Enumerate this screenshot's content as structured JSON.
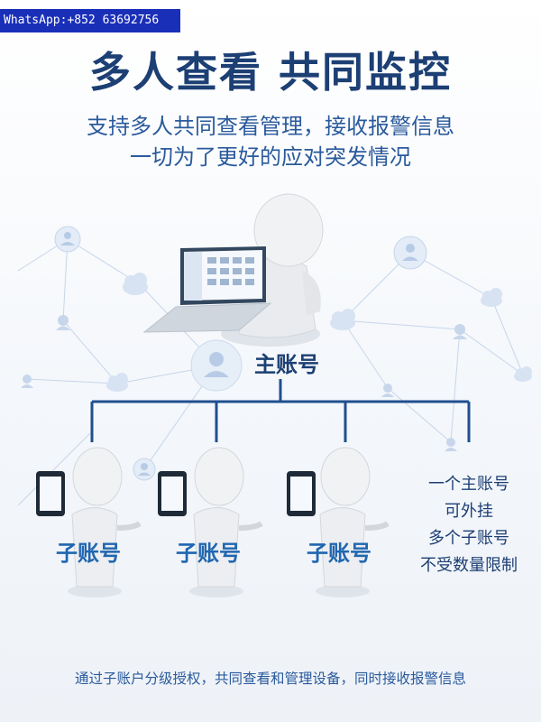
{
  "watermark": "WhatsApp:+852 63692756",
  "title": "多人查看 共同监控",
  "subtitle_line1": "支持多人共同查看管理，接收报警信息",
  "subtitle_line2": "一切为了更好的应对突发情况",
  "master_label": "主账号",
  "sub_labels": [
    "子账号",
    "子账号",
    "子账号"
  ],
  "notes": [
    "一个主账号",
    "可外挂",
    "多个子账号",
    "不受数量限制"
  ],
  "footer": "通过子账户分级授权，共同查看和管理设备，同时接收报警信息",
  "colors": {
    "primary": "#1c3f74",
    "accent": "#2066b0",
    "tree_line": "#1f4f8f"
  }
}
